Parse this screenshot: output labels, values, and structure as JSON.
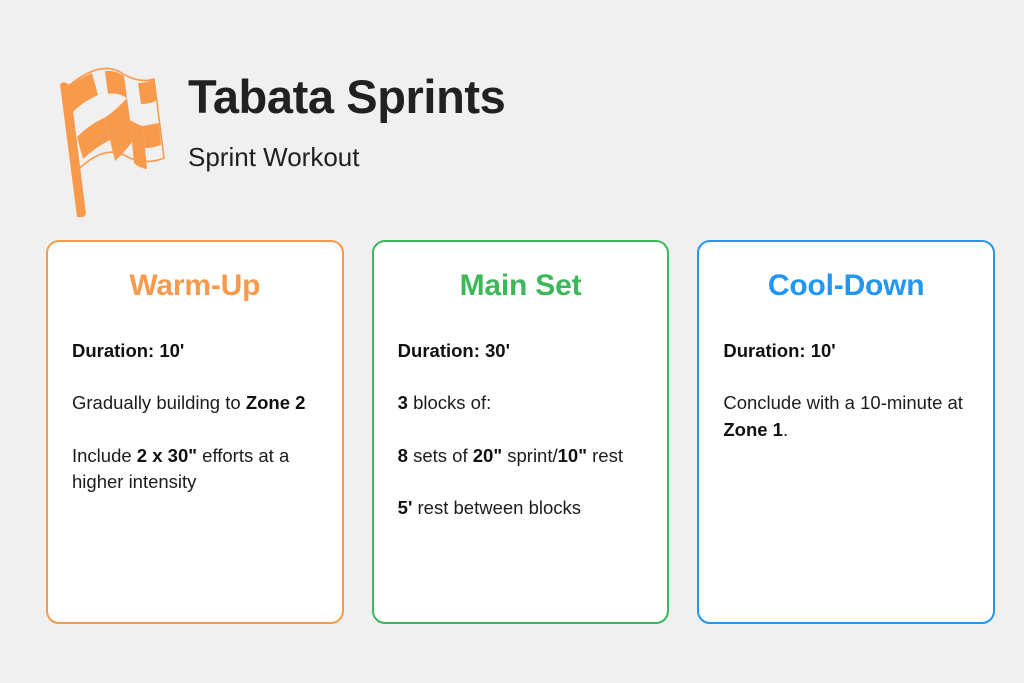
{
  "header": {
    "icon": "checkered-flag-icon",
    "title": "Tabata Sprints",
    "subtitle": "Sprint Workout"
  },
  "theme": {
    "background": "#f0f0f0",
    "card_background": "#ffffff",
    "text": "#1c1c1c",
    "title_text": "#212121",
    "orange": "#f89a4b",
    "green": "#3cb85a",
    "blue": "#2196f3"
  },
  "cards": [
    {
      "id": "warm-up",
      "title": "Warm-Up",
      "color": "#f89a4b",
      "blocks": [
        [
          {
            "text": "Duration: 10'",
            "bold": true
          }
        ],
        [
          {
            "text": "Gradually building to ",
            "bold": false
          },
          {
            "text": "Zone 2",
            "bold": true
          }
        ],
        [
          {
            "text": "Include ",
            "bold": false
          },
          {
            "text": "2 x 30\"",
            "bold": true
          },
          {
            "text": " efforts at a higher intensity",
            "bold": false
          }
        ]
      ]
    },
    {
      "id": "main-set",
      "title": "Main Set",
      "color": "#3cb85a",
      "blocks": [
        [
          {
            "text": "Duration: 30'",
            "bold": true
          }
        ],
        [
          {
            "text": "3",
            "bold": true
          },
          {
            "text": " blocks of:",
            "bold": false
          }
        ],
        [
          {
            "text": "8",
            "bold": true
          },
          {
            "text": " sets of ",
            "bold": false
          },
          {
            "text": "20\"",
            "bold": true
          },
          {
            "text": " sprint/",
            "bold": false
          },
          {
            "text": "10\"",
            "bold": true
          },
          {
            "text": " rest",
            "bold": false
          }
        ],
        [
          {
            "text": "5'",
            "bold": true
          },
          {
            "text": " rest between blocks",
            "bold": false
          }
        ]
      ]
    },
    {
      "id": "cool-down",
      "title": "Cool-Down",
      "color": "#2196f3",
      "blocks": [
        [
          {
            "text": "Duration: 10'",
            "bold": true
          }
        ],
        [
          {
            "text": "Conclude with a 10-minute at ",
            "bold": false
          },
          {
            "text": "Zone 1",
            "bold": true
          },
          {
            "text": ".",
            "bold": false
          }
        ]
      ]
    }
  ]
}
